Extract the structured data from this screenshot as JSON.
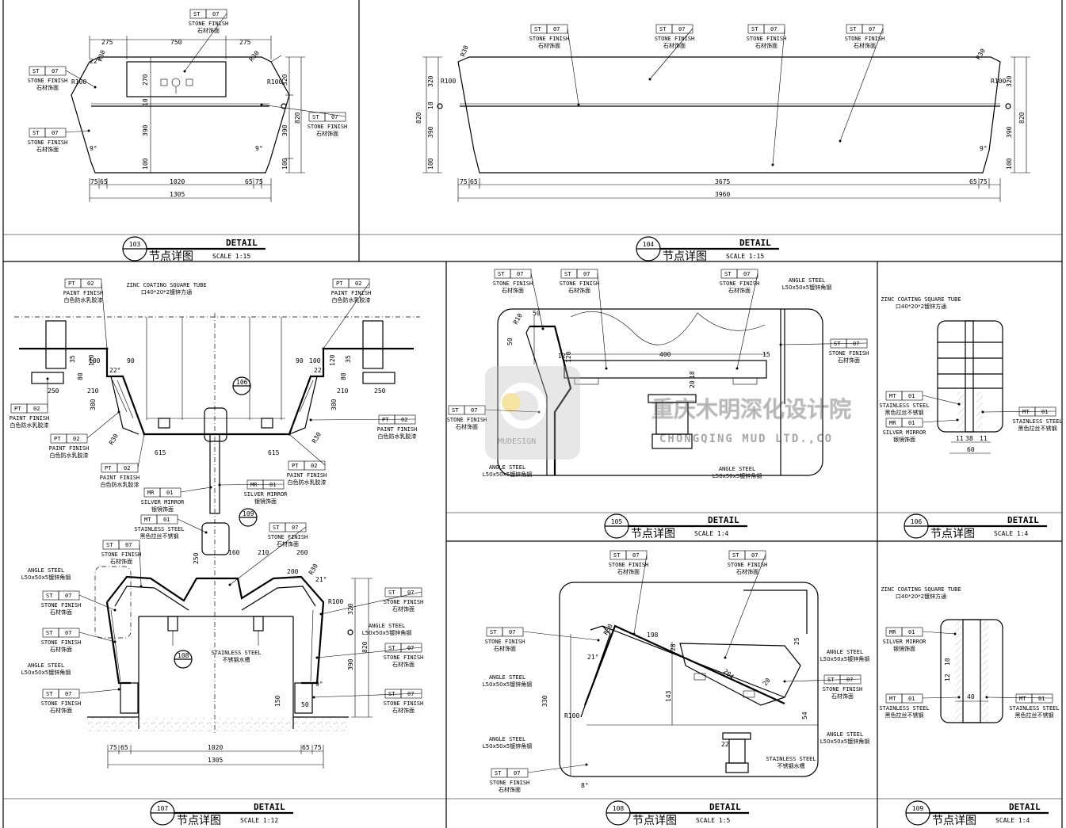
{
  "tag": {
    "st": "ST",
    "pt": "PT",
    "mr": "MR",
    "mt": "MT",
    "n07": "07",
    "n02": "02",
    "n01": "01"
  },
  "labels": {
    "stone_en": "STONE FINISH",
    "stone_cn": "石材饰面",
    "paint_en": "PAINT FINISH",
    "paint_cn": "白色防水乳胶漆",
    "zinc_en": "ZINC COATING SQUARE TUBE",
    "zinc_cn": "口40*20*2镀锌方通",
    "angle_en": "ANGLE STEEL",
    "angle_cn": "L50x50x5镀锌角钢",
    "mirror_en": "SILVER MIRROR",
    "mirror_cn": "银镜饰面",
    "stainless_en": "STAINLESS STEEL",
    "stainless_cn": "黑色拉丝不锈钢",
    "sink_en": "STAINLESS STEEL",
    "sink_cn": "不锈钢水槽"
  },
  "titles": {
    "detail": "DETAIL",
    "cn": "节点详图"
  },
  "panels": [
    {
      "num": "103",
      "scale": "SCALE 1:15"
    },
    {
      "num": "104",
      "scale": "SCALE 1:15"
    },
    {
      "num": "105",
      "scale": "SCALE 1:4"
    },
    {
      "num": "106",
      "scale": "SCALE 1:4"
    },
    {
      "num": "107",
      "scale": "SCALE 1:12"
    },
    {
      "num": "108",
      "scale": "SCALE 1:5"
    },
    {
      "num": "109",
      "scale": "SCALE 1:4"
    }
  ],
  "callouts": {
    "c106": "106",
    "c109": "109",
    "c108": "108"
  },
  "dims": {
    "d103": {
      "top": [
        "275",
        "750",
        "275"
      ],
      "bottom1": [
        "75",
        "65",
        "1020",
        "65",
        "75"
      ],
      "bottom2": "1305",
      "left": [
        "270",
        "10",
        "390",
        "100"
      ],
      "right": [
        "320",
        "820",
        "390",
        "100"
      ],
      "radii": [
        "R30",
        "R30",
        "R100",
        "R100"
      ],
      "angles": [
        "22°",
        "9°",
        "9°"
      ]
    },
    "d104": {
      "bottom1": [
        "75",
        "65",
        "3675",
        "65",
        "75"
      ],
      "bottom2": "3960",
      "left": [
        "320",
        "10",
        "820",
        "390",
        "100"
      ],
      "right": [
        "320",
        "820",
        "390",
        "100"
      ],
      "radii": [
        "R30",
        "R30",
        "R100",
        "R100"
      ],
      "angles": [
        "9°"
      ]
    },
    "d107": {
      "top": [
        "100",
        "90",
        "90",
        "100",
        "120",
        "120",
        "35",
        "35",
        "80",
        "80",
        "250",
        "210",
        "210",
        "250",
        "380",
        "380",
        "615",
        "615",
        "22°",
        "22°",
        "R30",
        "R30"
      ],
      "mid": [
        "160",
        "210",
        "260",
        "200",
        "250",
        "R30",
        "21°",
        "R100",
        "320",
        "820",
        "390",
        "150",
        "50",
        "9°"
      ],
      "bottom1": [
        "75",
        "65",
        "1020",
        "65",
        "75"
      ],
      "bottom2": "1305"
    },
    "d105": [
      "R10",
      "50",
      "50",
      "12",
      "400",
      "15",
      "120",
      "18",
      "20"
    ],
    "d106": [
      "11",
      "38",
      "11",
      "60"
    ],
    "d108": [
      "R30",
      "21°",
      "198",
      "28",
      "25",
      "204",
      "20",
      "143",
      "330",
      "R100",
      "54",
      "22",
      "8°"
    ],
    "d109": [
      "10",
      "12",
      "40"
    ]
  },
  "watermark": {
    "cn": "重庆木明深化设计院",
    "en": "CHONGQING MUD LTD.,CO",
    "logo": "MUDESIGN"
  }
}
